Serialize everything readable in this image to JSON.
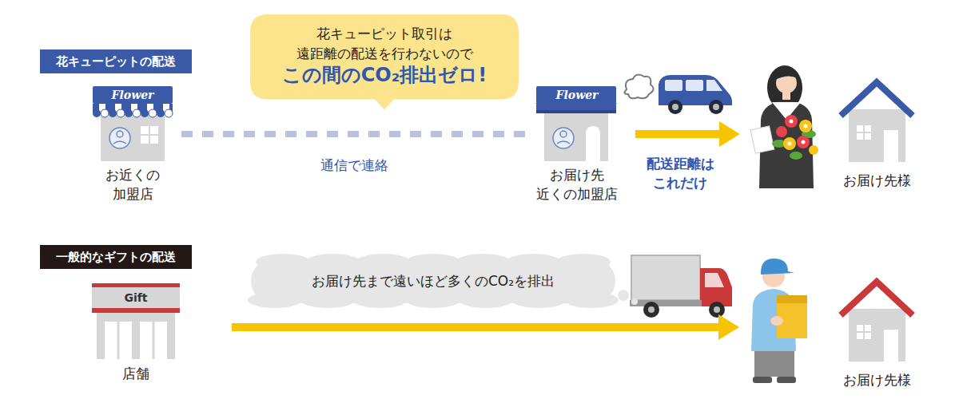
{
  "diagram": {
    "nodes": [
      {
        "text": [
          "花キューピットの配送"
        ]
      },
      {
        "text": [
          "Flower",
          "お近くの 加盟店"
        ]
      },
      {
        "text": [
          "花キューピット取引は 遠距離の配送を行わないので",
          "この間のCO₂排出ゼロ!"
        ]
      },
      {
        "text": [
          "Flower",
          "お届け先 近くの加盟店"
        ]
      },
      {
        "text": [
          "お届け先様"
        ]
      },
      {
        "text": [
          "一般的なギフトの配送"
        ]
      },
      {
        "text": [
          "Gift",
          "店舗"
        ]
      },
      {
        "text": [
          "お届け先まで遠いほど多くのCO₂を排出"
        ]
      },
      {
        "text": [
          "お届け先様"
        ]
      }
    ],
    "edges": [
      {
        "from": 1,
        "to": 3,
        "arrow": "none",
        "label": "通信で連絡"
      }
    ],
    "labels": [
      "配送距離は これだけ"
    ]
  }
}
